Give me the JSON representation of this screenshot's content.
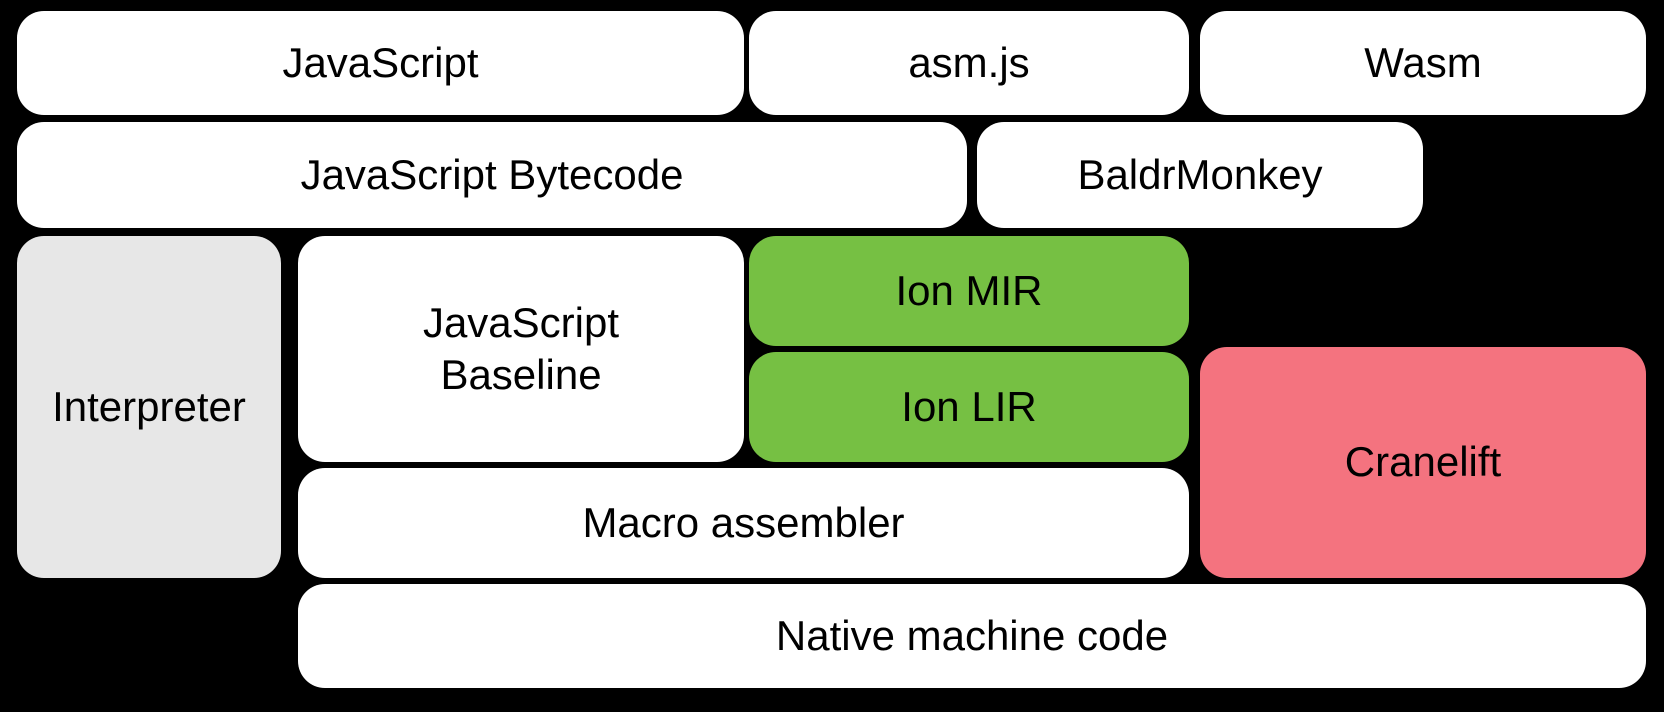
{
  "diagram": {
    "colors": {
      "background": "#000000",
      "box_default": "#ffffff",
      "box_interpreter": "#e7e7e7",
      "box_ion": "#76c043",
      "box_cranelift": "#f4737f",
      "text": "#000000"
    },
    "nodes": {
      "javascript": {
        "label": "JavaScript"
      },
      "asmjs": {
        "label": "asm.js"
      },
      "wasm": {
        "label": "Wasm"
      },
      "js_bytecode": {
        "label": "JavaScript Bytecode"
      },
      "baldrmonkey": {
        "label": "BaldrMonkey"
      },
      "interpreter": {
        "label": "Interpreter"
      },
      "js_baseline": {
        "label": "JavaScript\nBaseline"
      },
      "ion_mir": {
        "label": "Ion MIR"
      },
      "ion_lir": {
        "label": "Ion LIR"
      },
      "cranelift": {
        "label": "Cranelift"
      },
      "macro_assembler": {
        "label": "Macro assembler"
      },
      "native_machine_code": {
        "label": "Native machine code"
      }
    }
  }
}
